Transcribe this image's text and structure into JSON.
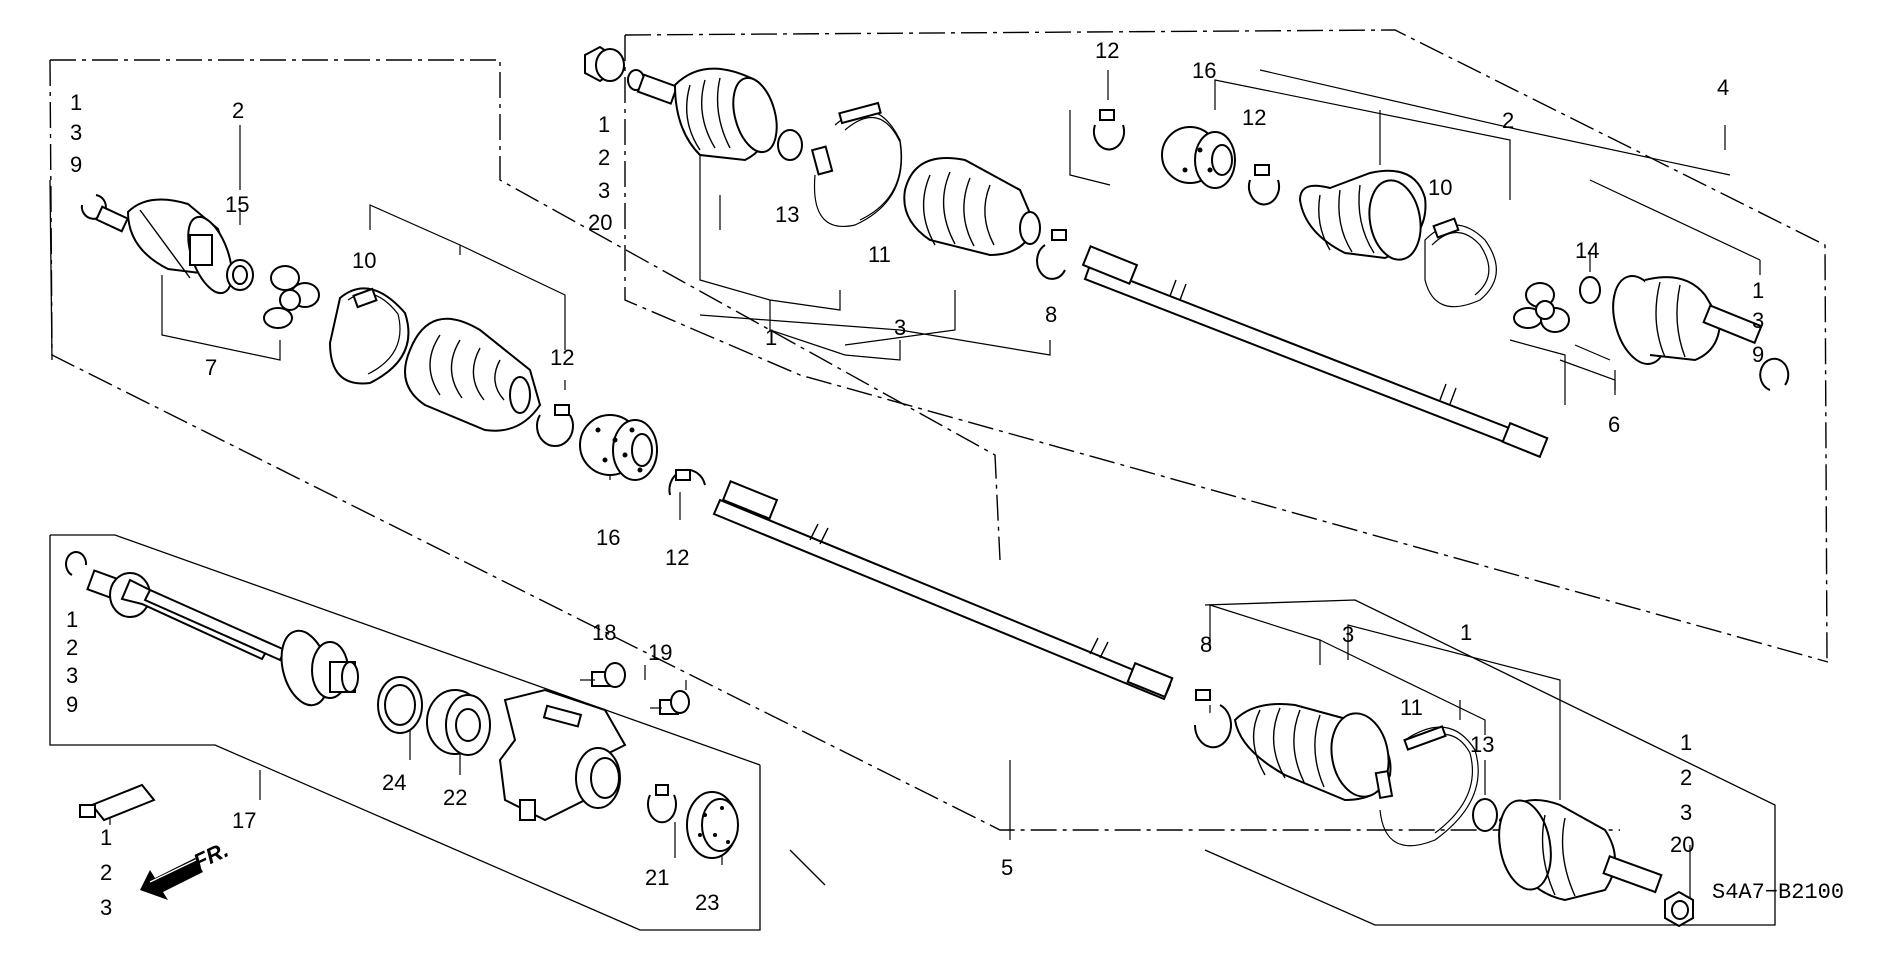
{
  "diagram": {
    "code": "S4A7−B2100",
    "direction_label": "FR.",
    "callouts": {
      "ul_a1": "1",
      "ul_a2": "3",
      "ul_a3": "9",
      "ul_2": "2",
      "ul_15": "15",
      "ul_10": "10",
      "ul_7": "7",
      "ul_12a": "12",
      "ul_16": "16",
      "ul_12b": "12",
      "um_1": "1",
      "um_2": "2",
      "um_3": "3",
      "um_20": "20",
      "um_13": "13",
      "um_11": "11",
      "um_1b": "1",
      "um_3b": "3",
      "um_8": "8",
      "ur_12a": "12",
      "ur_16": "16",
      "ur_12b": "12",
      "ur_2": "2",
      "ur_10": "10",
      "ur_4": "4",
      "ur_14": "14",
      "ur_1": "1",
      "ur_3": "3",
      "ur_9": "9",
      "ur_6": "6",
      "ll_1": "1",
      "ll_2": "2",
      "ll_3": "3",
      "ll_9": "9",
      "ll_24": "24",
      "ll_22": "22",
      "ll_18": "18",
      "ll_19": "19",
      "ll_17": "17",
      "ll_21": "21",
      "ll_23": "23",
      "lg_1": "1",
      "lg_2": "2",
      "lg_3": "3",
      "lr_8": "8",
      "lr_3": "3",
      "lr_1": "1",
      "lr_11": "11",
      "lr_13": "13",
      "lr_5": "5",
      "rr_1": "1",
      "rr_2": "2",
      "rr_3": "3",
      "rr_20": "20"
    }
  }
}
